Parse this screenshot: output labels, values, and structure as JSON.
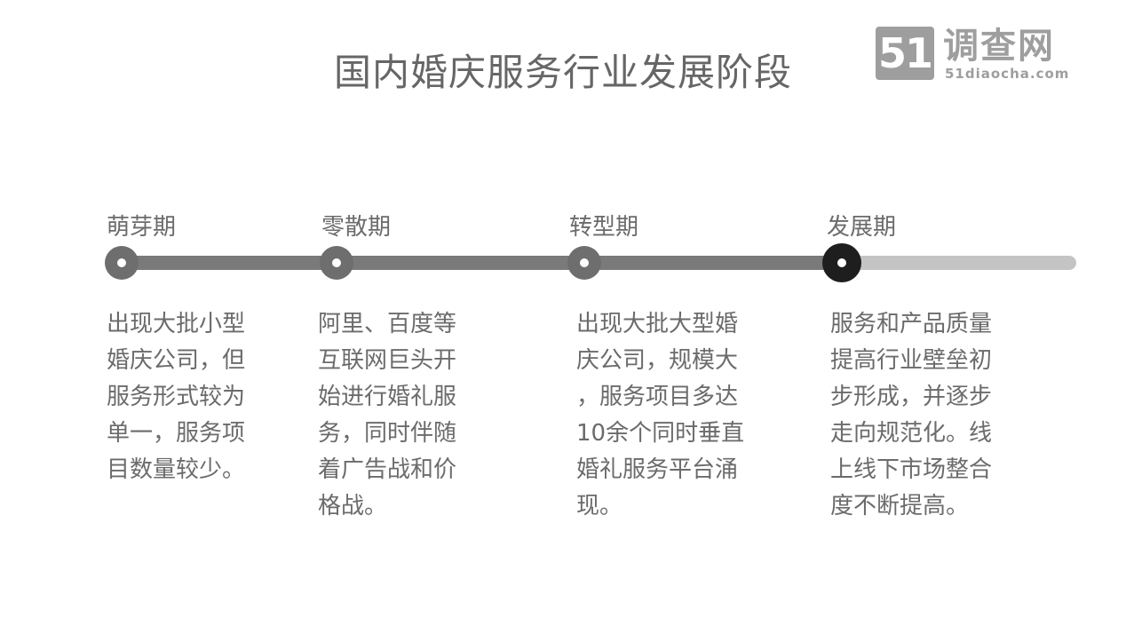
{
  "title": "国内婚庆服务行业发展阶段",
  "logo": {
    "badge": "51",
    "name": "调查网",
    "url": "51diaocha.com"
  },
  "colors": {
    "track_dark": "#7a7a7a",
    "track_light": "#c4c4c4",
    "node": "#6e6e6e",
    "node_active": "#1e1e1e",
    "text": "#6b6b6b"
  },
  "stages": [
    {
      "label": "萌芽期",
      "description": "出现大批小型\n婚庆公司，但\n服务形式较为\n单一，服务项\n目数量较少。"
    },
    {
      "label": "零散期",
      "description": "阿里、百度等\n互联网巨头开\n始进行婚礼服\n务，同时伴随\n着广告战和价\n格战。"
    },
    {
      "label": "转型期",
      "description": "出现大批大型婚\n庆公司，规模大\n，服务项目多达\n10余个同时垂直\n婚礼服务平台涌\n现。"
    },
    {
      "label": "发展期",
      "description": "服务和产品质量\n提高行业壁垒初\n步形成，并逐步\n走向规范化。线\n上线下市场整合\n度不断提高。",
      "current": true
    }
  ]
}
